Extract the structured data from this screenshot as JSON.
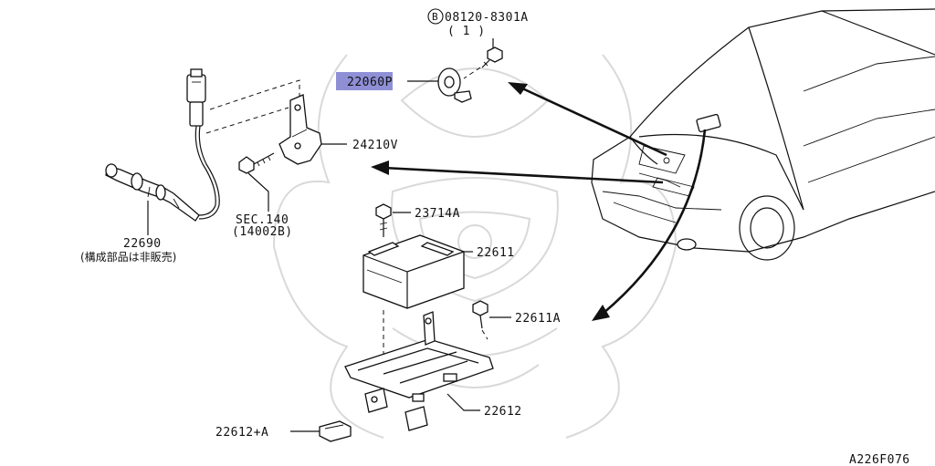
{
  "highlight_color": "#8f8fd6",
  "labels": {
    "bolt_b_number": "08120-8301A",
    "bolt_b_qty": "( 1 )",
    "knock_sensor": "22060P",
    "bracket": "24210V",
    "sec_ref": "SEC.140",
    "sec_ref_sub": "(14002B)",
    "bolt_23714": "23714A",
    "o2_sensor": "22690",
    "o2_sensor_note": "(構成部品は非販売)",
    "ecu": "22611",
    "ecu_bolt": "22611A",
    "ecu_bracket": "22612",
    "clip": "22612+A",
    "figure_id": "A226F076"
  },
  "icons": {
    "circled_b": "circled-b-icon"
  }
}
